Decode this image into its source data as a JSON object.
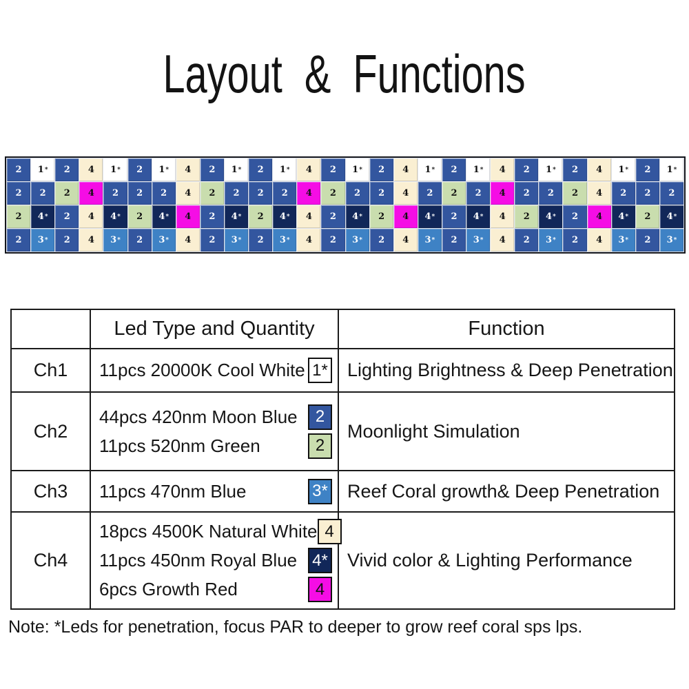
{
  "title": "Layout  &  Functions",
  "note": "Note: *Leds for penetration, focus PAR to deeper to grow reef coral sps lps.",
  "led_types": {
    "w": {
      "name": "20000K Cool White",
      "color": "#ffffff",
      "text": "#111111"
    },
    "b": {
      "name": "420nm Moon Blue",
      "color": "#33569f",
      "text": "#ffffff"
    },
    "g": {
      "name": "520nm Green",
      "color": "#c9ddae",
      "text": "#111111"
    },
    "l": {
      "name": "470nm Blue",
      "color": "#3e82c5",
      "text": "#ffffff"
    },
    "c": {
      "name": "4500K Natural White",
      "color": "#faefd2",
      "text": "#111111"
    },
    "n": {
      "name": "450nm Royal Blue",
      "color": "#112759",
      "text": "#ffffff"
    },
    "m": {
      "name": "Growth Red",
      "color": "#f50de5",
      "text": "#111111"
    }
  },
  "grid": {
    "rows": [
      [
        "2:b",
        "1*:w",
        "2:b",
        "4:c",
        "1*:w",
        "2:b",
        "1*:w",
        "4:c",
        "2:b",
        "1*:w",
        "2:b",
        "1*:w",
        "4:c",
        "2:b",
        "1*:w",
        "2:b",
        "4:c",
        "1*:w",
        "2:b",
        "1*:w",
        "4:c",
        "2:b",
        "1*:w",
        "2:b",
        "4:c",
        "1*:w",
        "2:b",
        "1*:w"
      ],
      [
        "2:b",
        "2:b",
        "2:g",
        "4:m",
        "2:b",
        "2:b",
        "2:b",
        "4:c",
        "2:g",
        "2:b",
        "2:b",
        "2:b",
        "4:m",
        "2:g",
        "2:b",
        "2:b",
        "4:c",
        "2:b",
        "2:g",
        "2:b",
        "4:m",
        "2:b",
        "2:b",
        "2:g",
        "4:c",
        "2:b",
        "2:b",
        "2:b"
      ],
      [
        "2:g",
        "4*:n",
        "2:b",
        "4:c",
        "4*:n",
        "2:g",
        "4*:n",
        "4:m",
        "2:b",
        "4*:n",
        "2:g",
        "4*:n",
        "4:c",
        "2:b",
        "4*:n",
        "2:g",
        "4:m",
        "4*:n",
        "2:b",
        "4*:n",
        "4:c",
        "2:g",
        "4*:n",
        "2:b",
        "4:m",
        "4*:n",
        "2:g",
        "4*:n"
      ],
      [
        "2:b",
        "3*:l",
        "2:b",
        "4:c",
        "3*:l",
        "2:b",
        "3*:l",
        "4:c",
        "2:b",
        "3*:l",
        "2:b",
        "3*:l",
        "4:c",
        "2:b",
        "3*:l",
        "2:b",
        "4:c",
        "3*:l",
        "2:b",
        "3*:l",
        "4:c",
        "2:b",
        "3*:l",
        "2:b",
        "4:c",
        "3*:l",
        "2:b",
        "3*:l"
      ]
    ]
  },
  "table": {
    "header": {
      "channel": "",
      "led": "Led Type and Quantity",
      "function": "Function"
    },
    "rows": [
      {
        "channel": "Ch1",
        "leds": [
          {
            "text": "11pcs 20000K Cool White",
            "badge": "1*",
            "type": "w"
          }
        ],
        "function": "Lighting Brightness & Deep Penetration"
      },
      {
        "channel": "Ch2",
        "leds": [
          {
            "text": "44pcs 420nm Moon Blue",
            "badge": "2",
            "type": "b"
          },
          {
            "text": "11pcs 520nm Green",
            "badge": "2",
            "type": "g"
          }
        ],
        "function": "Moonlight Simulation"
      },
      {
        "channel": "Ch3",
        "leds": [
          {
            "text": "11pcs 470nm Blue",
            "badge": "3*",
            "type": "l"
          }
        ],
        "function": "Reef Coral growth& Deep Penetration"
      },
      {
        "channel": "Ch4",
        "leds": [
          {
            "text": "18pcs 4500K Natural White",
            "badge": "4",
            "type": "c"
          },
          {
            "text": "11pcs 450nm Royal Blue",
            "badge": "4*",
            "type": "n"
          },
          {
            "text": "6pcs Growth Red",
            "badge": "4",
            "type": "m"
          }
        ],
        "function": "Vivid color & Lighting Performance"
      }
    ]
  }
}
